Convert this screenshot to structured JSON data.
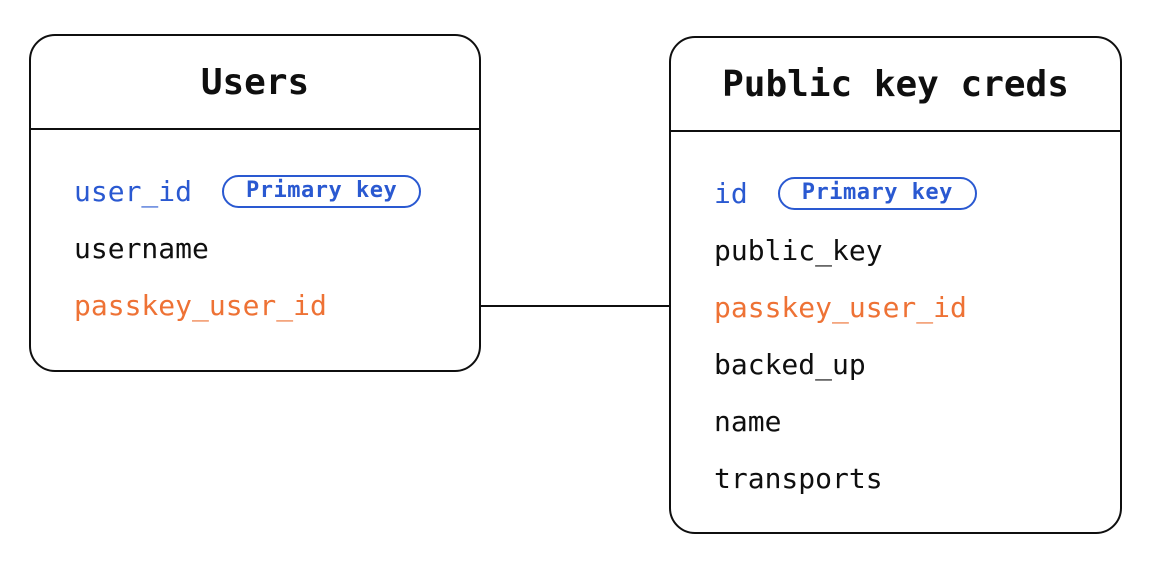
{
  "colors": {
    "background": "#ffffff",
    "line": "#0f0f0f",
    "primary_key_blue": "#2a59d1",
    "foreign_key_orange": "#ee7235"
  },
  "tables": [
    {
      "id": "users",
      "title": "Users",
      "fields": [
        {
          "label": "user_id",
          "color": "blue",
          "badge": "Primary key"
        },
        {
          "label": "username",
          "color": "default"
        },
        {
          "label": "passkey_user_id",
          "color": "orange"
        }
      ]
    },
    {
      "id": "pubkey",
      "title": "Public key creds",
      "fields": [
        {
          "label": "id",
          "color": "blue",
          "badge": "Primary key"
        },
        {
          "label": "public_key",
          "color": "default"
        },
        {
          "label": "passkey_user_id",
          "color": "orange"
        },
        {
          "label": "backed_up",
          "color": "default"
        },
        {
          "label": "name",
          "color": "default"
        },
        {
          "label": "transports",
          "color": "default"
        }
      ]
    }
  ],
  "relationship": {
    "from_table": "Users",
    "from_field": "passkey_user_id",
    "to_table": "Public key creds",
    "to_field": "passkey_user_id"
  }
}
